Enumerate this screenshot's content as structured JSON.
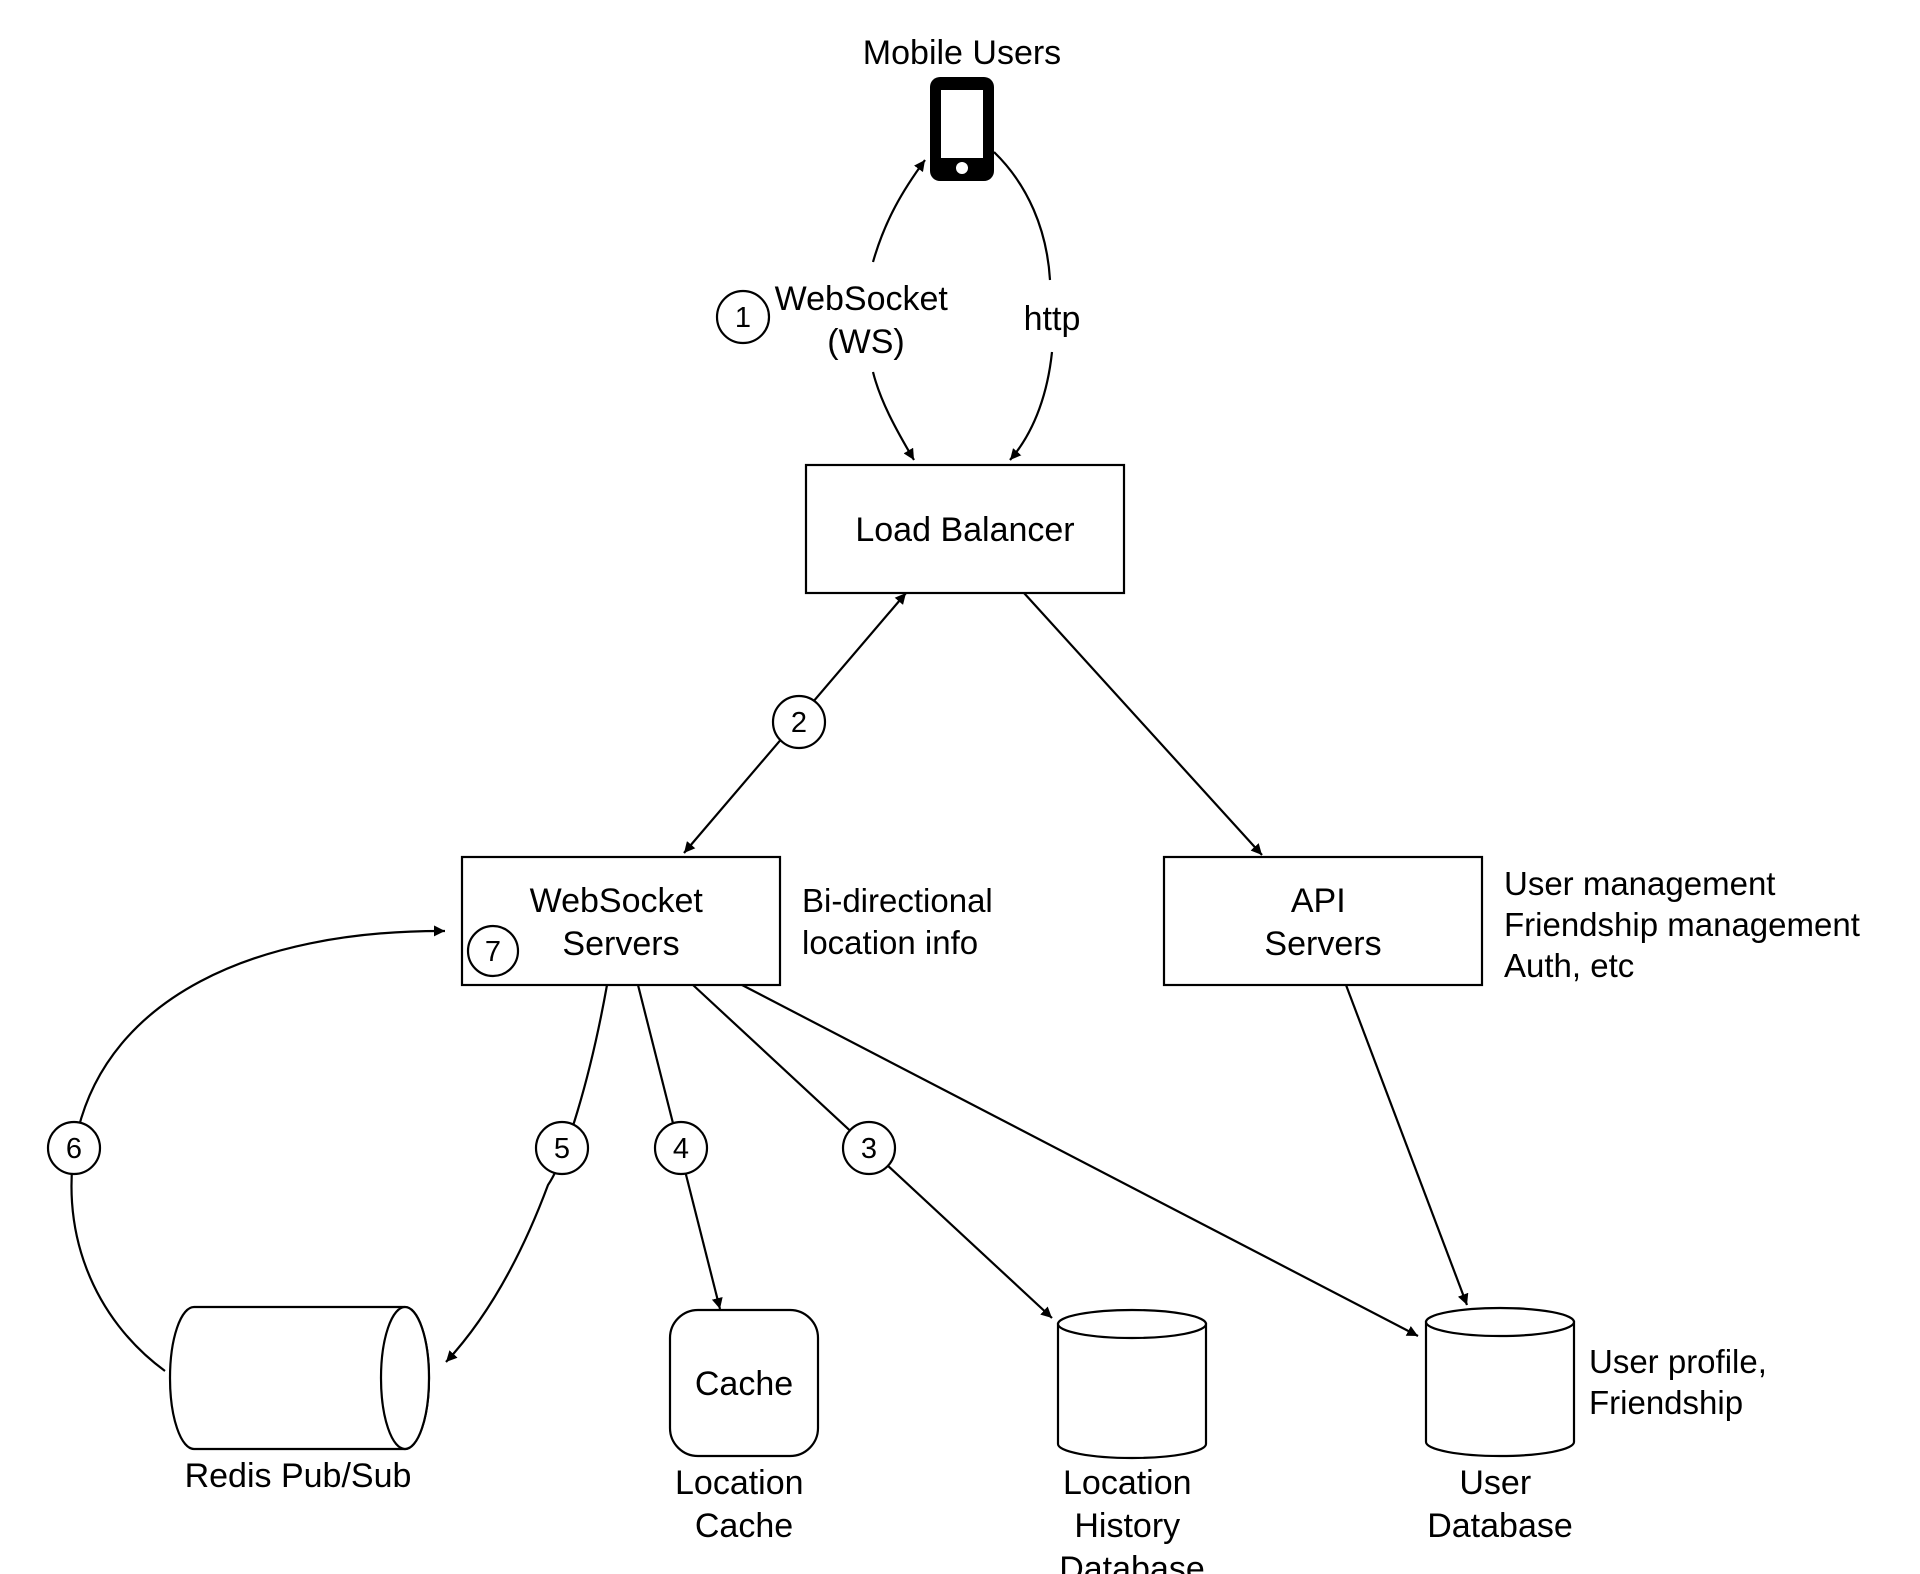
{
  "nodes": {
    "mobile_users": "Mobile Users",
    "load_balancer": "Load Balancer",
    "websocket_servers": [
      "WebSocket",
      "Servers"
    ],
    "api_servers": [
      "API",
      "Servers"
    ],
    "redis_pubsub": "Redis Pub/Sub",
    "cache": "Cache",
    "location_cache": [
      "Location",
      "Cache"
    ],
    "location_history_db": [
      "Location",
      "History",
      "Database"
    ],
    "user_db": [
      "User",
      "Database"
    ]
  },
  "edges": {
    "websocket": [
      "WebSocket",
      "(WS)"
    ],
    "http": "http"
  },
  "notes": {
    "ws_servers": [
      "Bi-directional",
      "location info"
    ],
    "api_servers": [
      "User management",
      "Friendship management",
      "Auth, etc"
    ],
    "user_db": [
      "User profile,",
      "Friendship"
    ]
  },
  "steps": [
    "1",
    "2",
    "3",
    "4",
    "5",
    "6",
    "7"
  ]
}
